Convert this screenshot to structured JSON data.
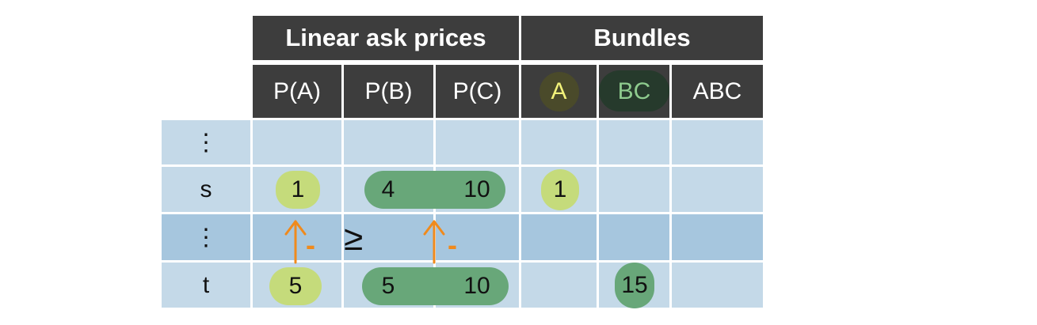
{
  "table": {
    "group_headers": [
      "Linear ask prices",
      "Bundles"
    ],
    "columns": [
      "P(A)",
      "P(B)",
      "P(C)",
      "A",
      "BC",
      "ABC"
    ],
    "rows": [
      {
        "label": "⋮",
        "cells": [
          "",
          "",
          "",
          "",
          "",
          ""
        ]
      },
      {
        "label": "s",
        "cells": [
          "1",
          "4",
          "10",
          "1",
          "",
          ""
        ]
      },
      {
        "label": "⋮",
        "cells": [
          "",
          "",
          "",
          "",
          "",
          ""
        ]
      },
      {
        "label": "t",
        "cells": [
          "5",
          "5",
          "10",
          "",
          "15",
          ""
        ]
      }
    ]
  },
  "annotations": {
    "geq_symbol": "≥",
    "minus_left": "-",
    "minus_right": "-"
  },
  "colors": {
    "header_bg": "#3d3d3d",
    "header_text": "#ffffff",
    "row_bg": "#c4d9e8",
    "row_alt_bg": "#a6c6de",
    "highlight_a": "#c5db7b",
    "highlight_bc": "#68a779",
    "arrow": "#f08a1c",
    "bundle_a_text": "#f2f27a",
    "bundle_a_bg": "#4a4a2a",
    "bundle_bc_text": "#8ecb8e",
    "bundle_bc_bg": "#263a2c"
  }
}
